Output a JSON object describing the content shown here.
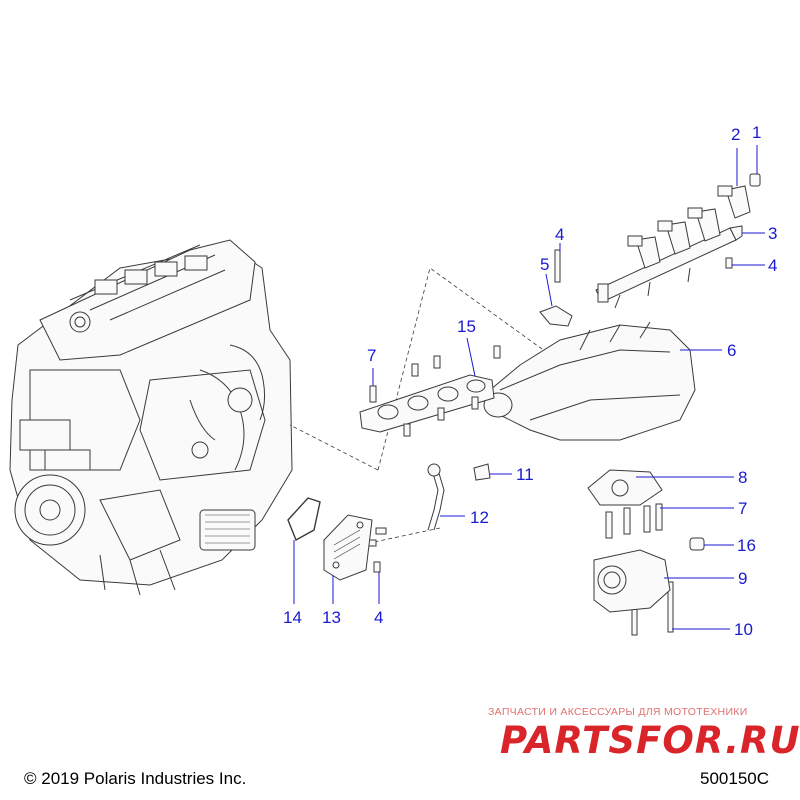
{
  "callouts": {
    "c1": "1",
    "c2": "2",
    "c3": "3",
    "c4a": "4",
    "c4b": "4",
    "c5": "5",
    "c6": "6",
    "c7a": "7",
    "c15": "15",
    "c11": "11",
    "c8": "8",
    "c7b": "7",
    "c12": "12",
    "c16": "16",
    "c9": "9",
    "c10": "10",
    "c14": "14",
    "c13": "13",
    "c4c": "4"
  },
  "footer": {
    "copyright": "© 2019 Polaris Industries Inc.",
    "diagram_code": "500150C"
  },
  "watermark": {
    "tagline": "ЗАПЧАСТИ И АКСЕССУАРЫ ДЛЯ МОТОТЕХНИКИ",
    "logo_text": "PARTSFOR.RU"
  },
  "colors": {
    "callout_text": "#1a1ad0",
    "leader_line": "#1a1ad0",
    "part_outline": "#3a3a3a",
    "watermark_red": "#d9242a"
  }
}
